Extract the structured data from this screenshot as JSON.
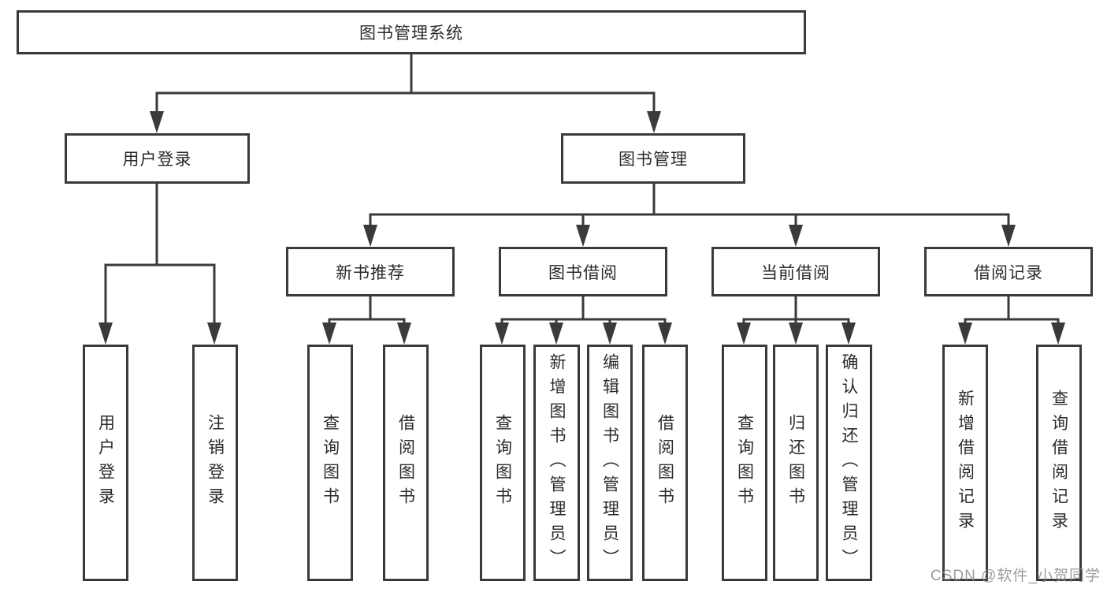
{
  "tree": {
    "label": "图书管理系统",
    "children": [
      {
        "label": "用户登录",
        "children": [
          {
            "label": "用户登录"
          },
          {
            "label": "注销登录"
          }
        ]
      },
      {
        "label": "图书管理",
        "children": [
          {
            "label": "新书推荐",
            "children": [
              {
                "label": "查询图书"
              },
              {
                "label": "借阅图书"
              }
            ]
          },
          {
            "label": "图书借阅",
            "children": [
              {
                "label": "查询图书"
              },
              {
                "label": "新增图书（管理员）"
              },
              {
                "label": "编辑图书（管理员）"
              },
              {
                "label": "借阅图书"
              }
            ]
          },
          {
            "label": "当前借阅",
            "children": [
              {
                "label": "查询图书"
              },
              {
                "label": "归还图书"
              },
              {
                "label": "确认归还（管理员）"
              }
            ]
          },
          {
            "label": "借阅记录",
            "children": [
              {
                "label": "新增借阅记录"
              },
              {
                "label": "查询借阅记录"
              }
            ]
          }
        ]
      }
    ]
  },
  "watermark": "CSDN @软件_小贺同学",
  "colors": {
    "line": "#3a3a3a",
    "box_border": "#3a3a3a",
    "text": "#2b2b2b",
    "background": "#ffffff",
    "watermark": "#8d8d8d"
  }
}
